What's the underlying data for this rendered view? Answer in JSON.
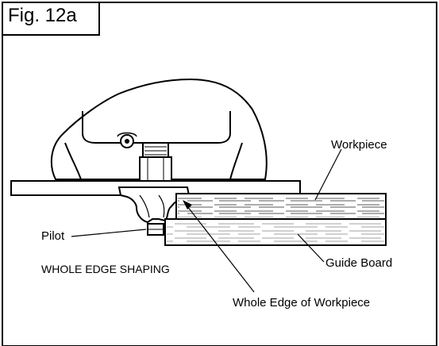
{
  "figure": {
    "title": "Fig. 12a",
    "labels": {
      "workpiece": "Workpiece",
      "pilot": "Pilot",
      "guide_board": "Guide Board",
      "section_caption": "WHOLE EDGE SHAPING",
      "whole_edge": "Whole Edge of Workpiece"
    }
  }
}
